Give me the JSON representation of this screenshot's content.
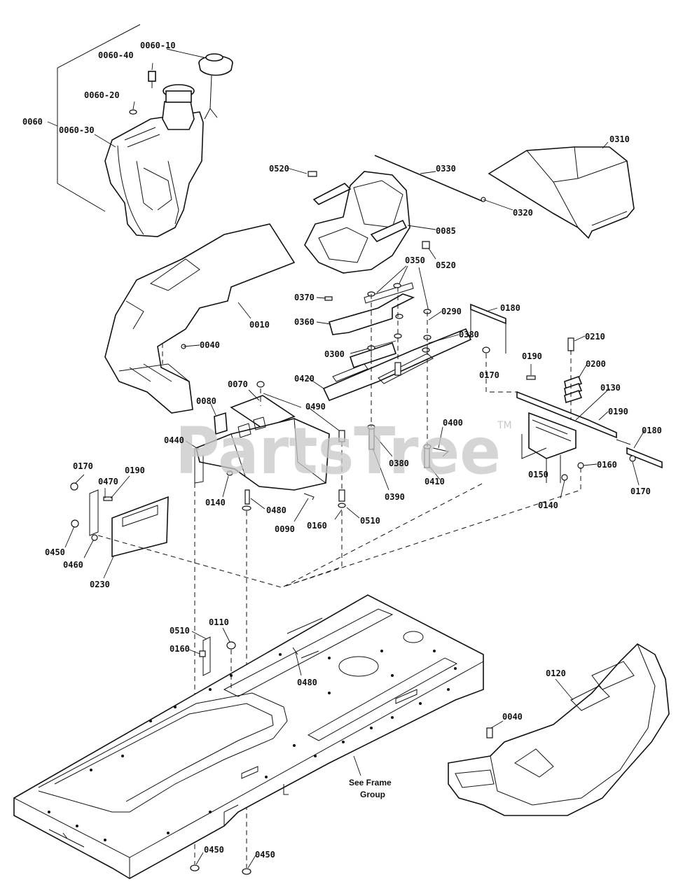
{
  "watermark": {
    "text": "PartsTree",
    "tm": "TM"
  },
  "note": {
    "line1": "See Frame",
    "line2": "Group"
  },
  "labels": {
    "l0060_10": "0060-10",
    "l0060_40": "0060-40",
    "l0060_20": "0060-20",
    "l0060": "0060",
    "l0060_30": "0060-30",
    "l0310": "0310",
    "l0330": "0330",
    "l0520a": "0520",
    "l0320": "0320",
    "l0085": "0085",
    "l0520b": "0520",
    "l0350": "0350",
    "l0370": "0370",
    "l0010": "0010",
    "l0360": "0360",
    "l0290": "0290",
    "l0180a": "0180",
    "l0300": "0300",
    "l0380a": "0380",
    "l0210": "0210",
    "l0040a": "0040",
    "l0170a": "0170",
    "l0190a": "0190",
    "l0200": "0200",
    "l0420": "0420",
    "l0130": "0130",
    "l0070": "0070",
    "l0490": "0490",
    "l0080": "0080",
    "l0190b": "0190",
    "l0180b": "0180",
    "l0400": "0400",
    "l0440": "0440",
    "l0380b": "0380",
    "l0410": "0410",
    "l0160a": "0160",
    "l0150": "0150",
    "l0170b": "0170",
    "l0170c": "0170",
    "l0190c": "0190",
    "l0470": "0470",
    "l0140a": "0140",
    "l0390": "0390",
    "l0140b": "0140",
    "l0480a": "0480",
    "l0090": "0090",
    "l0160b": "0160",
    "l0510a": "0510",
    "l0450a": "0450",
    "l0460": "0460",
    "l0230": "0230",
    "l0510b": "0510",
    "l0110": "0110",
    "l0160c": "0160",
    "l0480b": "0480",
    "l0120": "0120",
    "l0040b": "0040",
    "l0450b": "0450",
    "l0450c": "0450"
  }
}
